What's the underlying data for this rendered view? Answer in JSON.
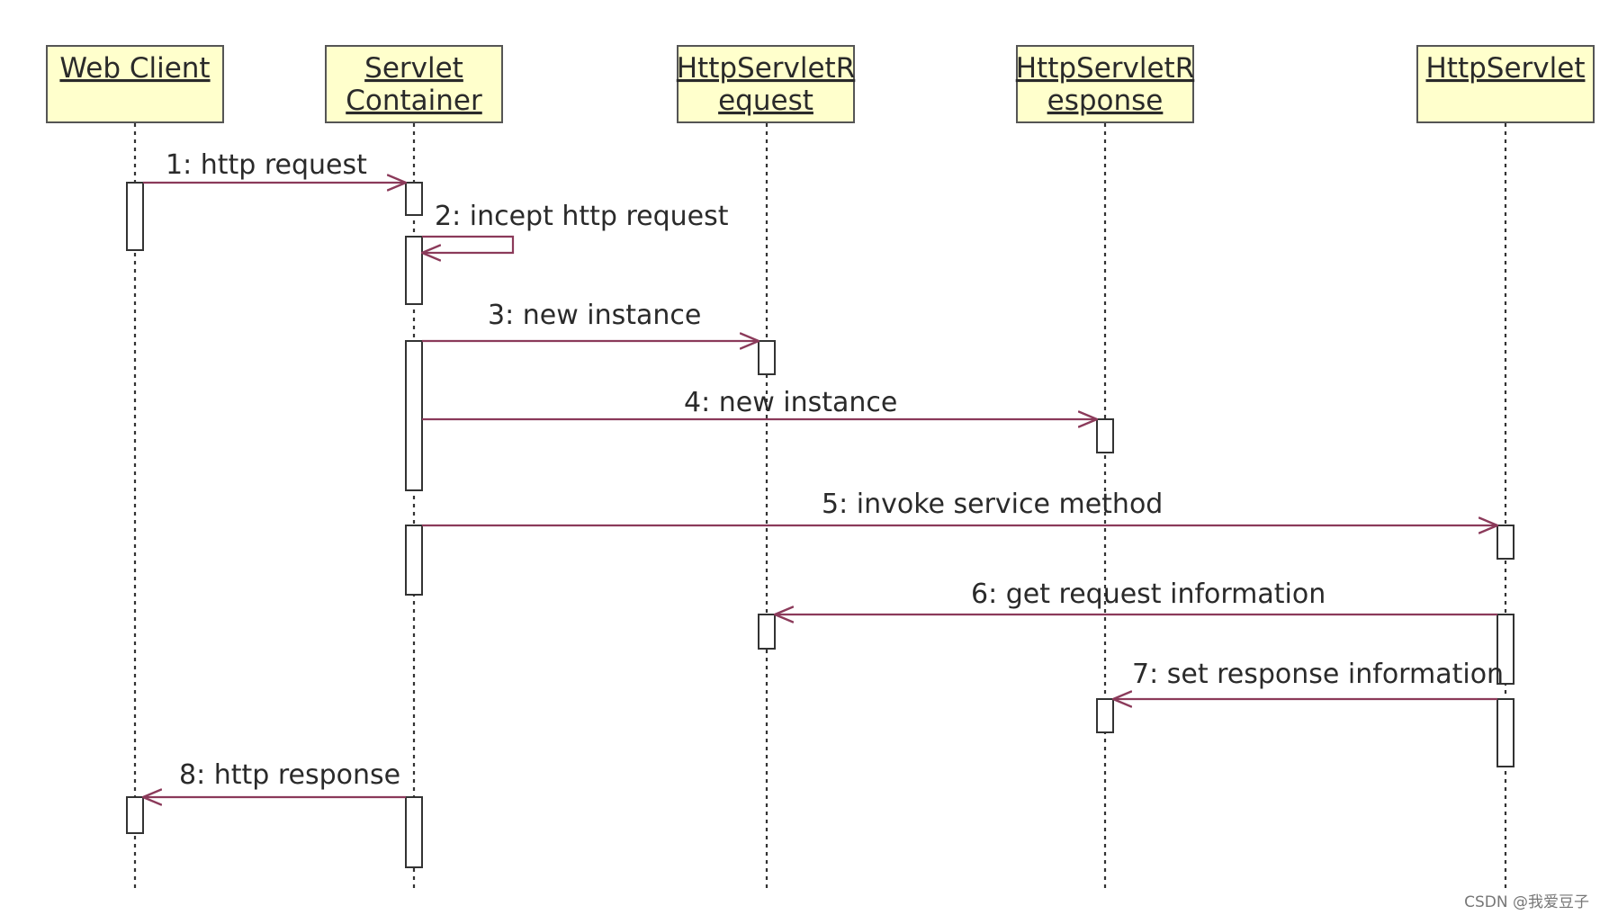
{
  "diagram": {
    "lifelines": [
      {
        "id": "web-client",
        "title_lines": [
          "Web Client"
        ]
      },
      {
        "id": "servlet-container",
        "title_lines": [
          "Servlet",
          "Container"
        ]
      },
      {
        "id": "http-servlet-request",
        "title_lines": [
          "HttpServletR",
          "equest"
        ]
      },
      {
        "id": "http-servlet-response",
        "title_lines": [
          "HttpServletR",
          "esponse"
        ]
      },
      {
        "id": "http-servlet",
        "title_lines": [
          "HttpServlet"
        ]
      }
    ],
    "messages": [
      {
        "label": "1: http request",
        "from": "web-client",
        "to": "servlet-container"
      },
      {
        "label": "2: incept http request",
        "from": "servlet-container",
        "to": "servlet-container"
      },
      {
        "label": "3: new instance",
        "from": "servlet-container",
        "to": "http-servlet-request"
      },
      {
        "label": "4: new instance",
        "from": "servlet-container",
        "to": "http-servlet-response"
      },
      {
        "label": "5: invoke service method",
        "from": "servlet-container",
        "to": "http-servlet"
      },
      {
        "label": "6: get request information",
        "from": "http-servlet",
        "to": "http-servlet-request"
      },
      {
        "label": "7: set response information",
        "from": "http-servlet",
        "to": "http-servlet-response"
      },
      {
        "label": "8: http response",
        "from": "servlet-container",
        "to": "web-client"
      }
    ]
  },
  "watermark": "CSDN @我爱豆子",
  "colors": {
    "box_fill": "#ffffcc",
    "box_stroke": "#555555",
    "arrow": "#8b3a5a",
    "lifeline": "#333333",
    "activation_fill": "#ffffff"
  }
}
